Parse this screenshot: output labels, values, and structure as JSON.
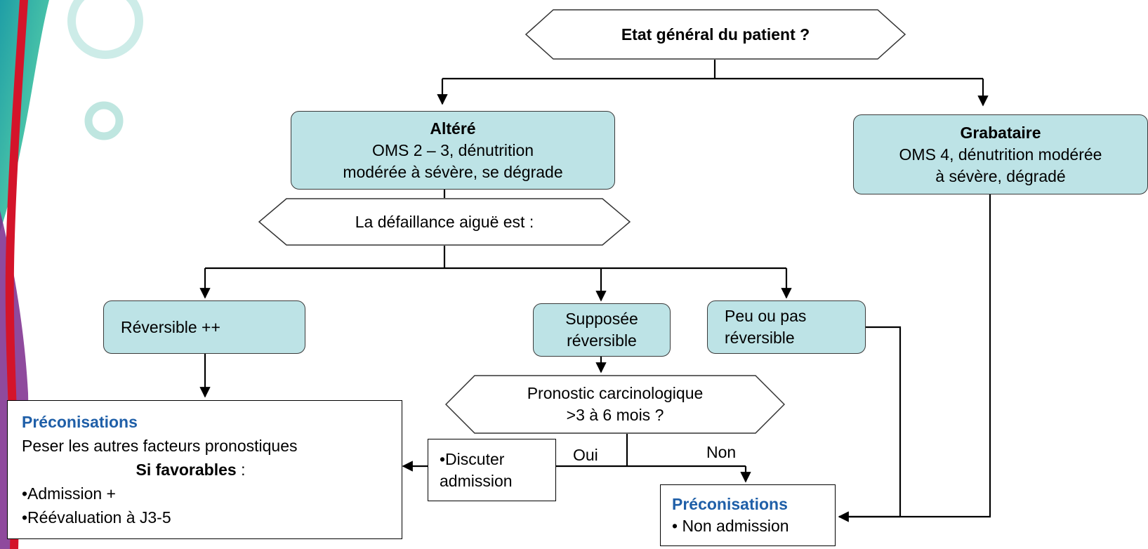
{
  "question_general": "Etat général du patient ?",
  "altere": {
    "title": "Altéré",
    "line1": "OMS 2 – 3, dénutrition",
    "line2": "modérée à sévère, se dégrade"
  },
  "grabataire": {
    "title": "Grabataire",
    "line1": "OMS 4, dénutrition modérée",
    "line2": "à sévère, dégradé"
  },
  "question_defaillance": "La défaillance aiguë est :",
  "reversible": "Réversible ++",
  "supposee": {
    "line1": "Supposée",
    "line2": "réversible"
  },
  "peu": {
    "line1": "Peu ou pas",
    "line2": "réversible"
  },
  "question_pronostic": {
    "line1": "Pronostic carcinologique",
    "line2": ">3 à 6 mois ?"
  },
  "label_oui": "Oui",
  "label_non": "Non",
  "discuter": {
    "line1": "•Discuter",
    "line2": "admission"
  },
  "preco_left": {
    "title": "Préconisations",
    "line1": "Peser les autres facteurs pronostiques",
    "favorables_bold": "Si favorables",
    "favorables_rest": " :",
    "bullet1": "•Admission +",
    "bullet2": "•Réévaluation à J3-5"
  },
  "preco_right": {
    "title": "Préconisations",
    "bullet1": "• Non admission"
  },
  "colors": {
    "node_fill": "#bde3e6",
    "preco_title": "#1f5fa8",
    "deco_teal": "#35b6a8",
    "deco_red": "#d4142a",
    "deco_purple": "#7b2a8c"
  }
}
